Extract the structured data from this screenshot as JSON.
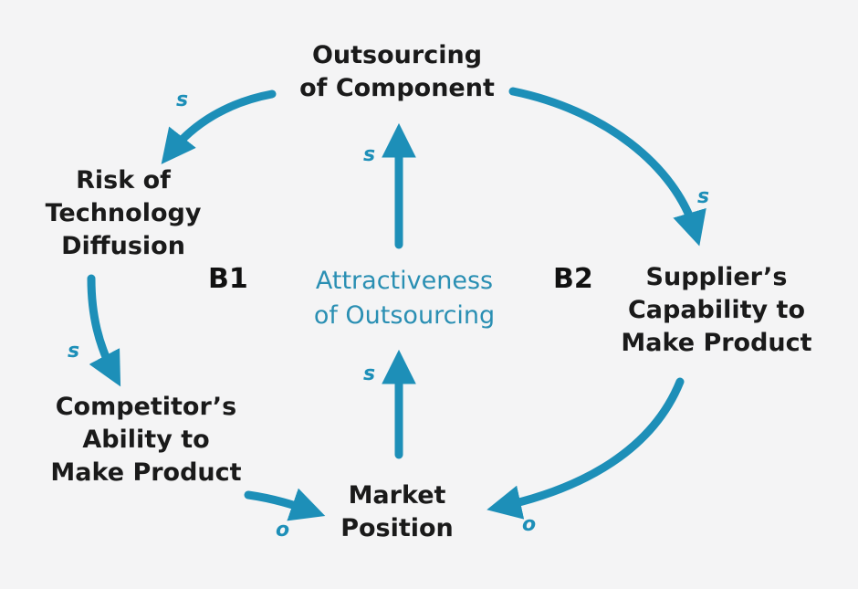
{
  "nodes": {
    "outsourcing": [
      "Outsourcing",
      "of Component"
    ],
    "risk": [
      "Risk of",
      "Technology",
      "Diffusion"
    ],
    "competitor": [
      "Competitor’s",
      "Ability to",
      "Make Product"
    ],
    "market": [
      "Market",
      "Position"
    ],
    "supplier": [
      "Supplier’s",
      "Capability to",
      "Make Product"
    ],
    "attractiveness": [
      "Attractiveness",
      "of Outsourcing"
    ]
  },
  "loops": {
    "b1": "B1",
    "b2": "B2"
  },
  "links": [
    {
      "from": "Outsourcing of Component",
      "to": "Risk of Technology Diffusion",
      "polarity": "s"
    },
    {
      "from": "Risk of Technology Diffusion",
      "to": "Competitor’s Ability to Make Product",
      "polarity": "s"
    },
    {
      "from": "Competitor’s Ability to Make Product",
      "to": "Market Position",
      "polarity": "o"
    },
    {
      "from": "Market Position",
      "to": "Attractiveness of Outsourcing",
      "polarity": "s"
    },
    {
      "from": "Attractiveness of Outsourcing",
      "to": "Outsourcing of Component",
      "polarity": "s"
    },
    {
      "from": "Outsourcing of Component",
      "to": "Supplier’s Capability to Make Product",
      "polarity": "s"
    },
    {
      "from": "Supplier’s Capability to Make Product",
      "to": "Market Position",
      "polarity": "o"
    }
  ],
  "colors": {
    "arrow": "#1d8fb8",
    "center_text": "#2a8fb3",
    "text": "#1a1a1a",
    "background": "#f4f4f5"
  }
}
